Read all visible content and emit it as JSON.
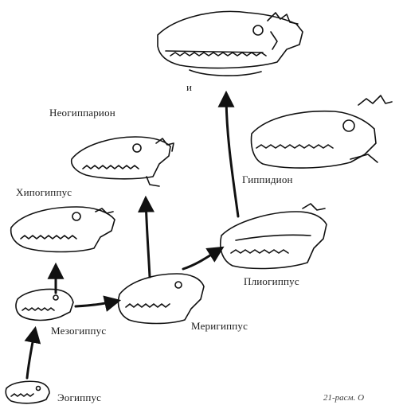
{
  "figure": {
    "labels": {
      "eohippus": "Эогиппус",
      "mesohippus": "Мезогиппус",
      "merychippus": "Меригиппус",
      "hypohippus": "Хипогиппус",
      "neohipparion": "Неогиппарион",
      "pliohippus": "Плиогиппус",
      "hippidion": "Гиппидион",
      "equus": "и"
    },
    "caption": "21-расм.  О"
  }
}
